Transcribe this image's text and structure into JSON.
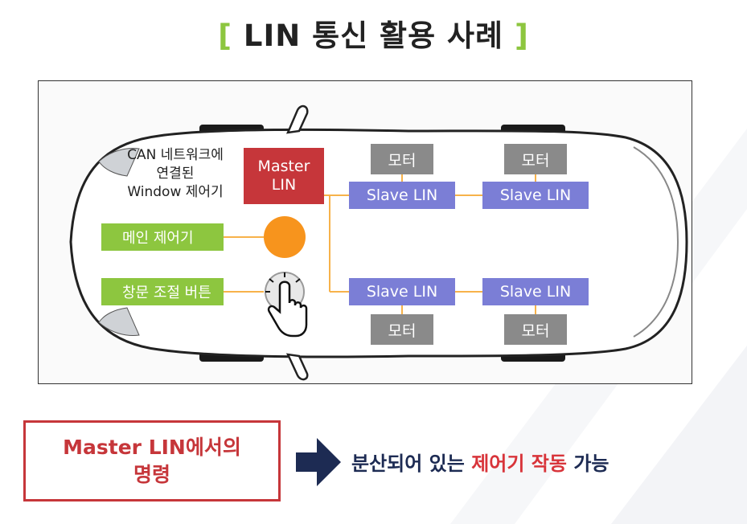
{
  "title": {
    "bracket_open": "[",
    "text": "LIN 통신 활용 사례",
    "bracket_close": "]"
  },
  "diagram": {
    "caption_lines": [
      "CAN 네트워크에",
      "연결된",
      "Window 제어기"
    ],
    "master": {
      "line1": "Master",
      "line2": "LIN"
    },
    "main_controller": "메인 제어기",
    "window_button": "창문 조절 버튼",
    "slaves": [
      "Slave LIN",
      "Slave LIN",
      "Slave LIN",
      "Slave LIN"
    ],
    "motors": [
      "모터",
      "모터",
      "모터",
      "모터"
    ]
  },
  "bottom": {
    "command_line1": "Master LIN에서의",
    "command_line2": "명령",
    "result_pre": "분산되어 있는 ",
    "result_highlight": "제어기 작동",
    "result_post": " 가능"
  },
  "colors": {
    "master": "#c6363a",
    "slave": "#7b7ed6",
    "motor": "#8a8a8a",
    "green": "#8dc63f",
    "orange": "#f7941d",
    "accent_red": "#d8343a",
    "navy": "#1d2b53"
  }
}
